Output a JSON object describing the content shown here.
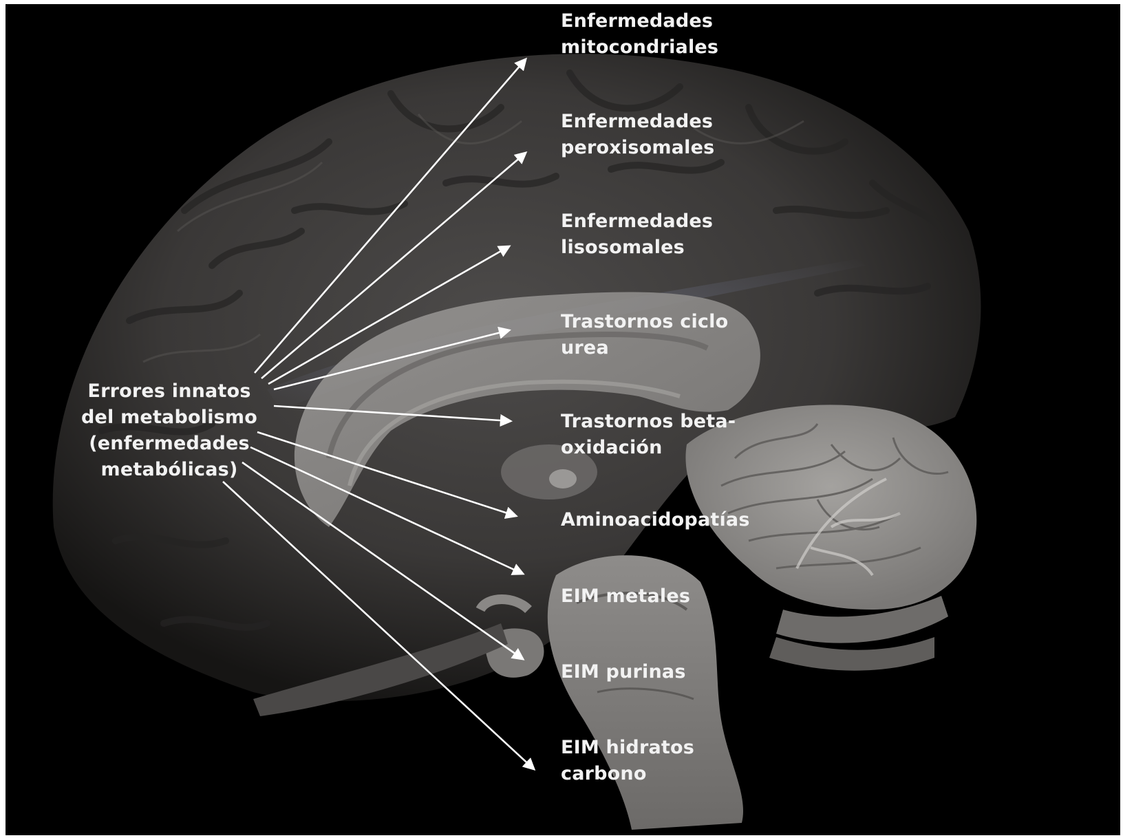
{
  "colors": {
    "background": "#000000",
    "text": "#f2f2f2",
    "arrows": "#ffffff",
    "brain_tissue": "#8a8886"
  },
  "source": {
    "lines": [
      "Errores innatos",
      "del metabolismo",
      "(enfermedades",
      "metabólicas)"
    ]
  },
  "targets": [
    {
      "lines": [
        "Enfermedades",
        "mitocondriales"
      ]
    },
    {
      "lines": [
        "Enfermedades",
        "peroxisomales"
      ]
    },
    {
      "lines": [
        "Enfermedades",
        "lisosomales"
      ]
    },
    {
      "lines": [
        "Trastornos ciclo",
        "urea"
      ]
    },
    {
      "lines": [
        "Trastornos beta-",
        "oxidación"
      ]
    },
    {
      "lines": [
        "Aminoacidopatías"
      ]
    },
    {
      "lines": [
        "EIM metales"
      ]
    },
    {
      "lines": [
        "EIM purinas"
      ]
    },
    {
      "lines": [
        "EIM hidratos",
        "carbono"
      ]
    }
  ]
}
